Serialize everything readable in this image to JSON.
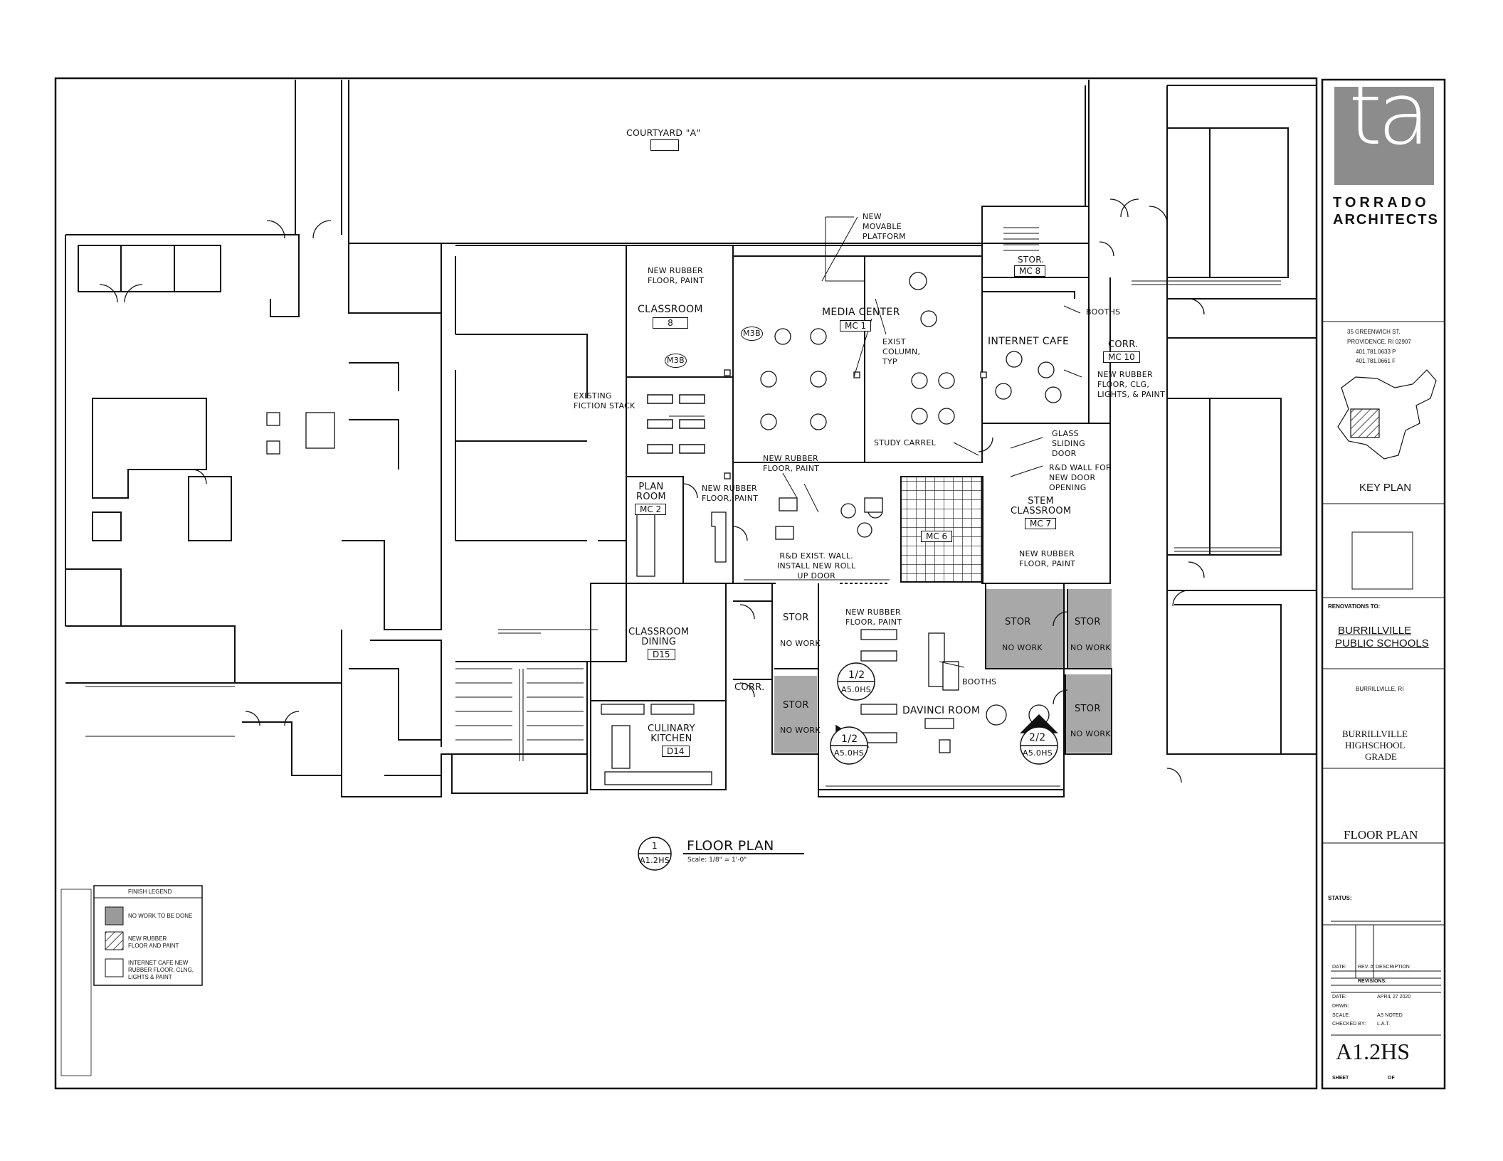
{
  "title_block": {
    "logo_text": "ta",
    "firm_line1": "TORRADO",
    "firm_line2": "ARCHITECTS",
    "address": [
      "35 GREENWICH ST.",
      "PROVIDENCE, RI 02907",
      "401.781.0633 P",
      "401.781.0661 F"
    ],
    "key_plan_label": "KEY PLAN",
    "renovations_to": "RENOVATIONS TO:",
    "client_line1": "BURRILLVILLE",
    "client_line2": "PUBLIC SCHOOLS",
    "client_location": "BURRILLVILLE, RI",
    "project_line1": "BURRILLVILLE",
    "project_line2": "HIGHSCHOOL",
    "project_line3": "GRADE",
    "sheet_title": "FLOOR PLAN",
    "status_label": "STATUS:",
    "rev_headers": [
      "DATE:",
      "REV. #",
      "DESCRIPTION"
    ],
    "revisions_label": "REVISIONS:",
    "info": [
      {
        "label": "DATE:",
        "value": "APRIL 27 2020"
      },
      {
        "label": "DRWN:",
        "value": ""
      },
      {
        "label": "SCALE:",
        "value": "AS NOTED"
      },
      {
        "label": "CHECKED BY:",
        "value": "L.A.T."
      }
    ],
    "sheet_number": "A1.2HS",
    "sheet_label": "SHEET",
    "of_label": "OF"
  },
  "legend": {
    "title": "FINISH LEGEND",
    "items": [
      {
        "swatch": "#9a9a9a",
        "label": "NO WORK TO BE DONE"
      },
      {
        "swatch": "hatch",
        "label": "NEW RUBBER FLOOR AND PAINT"
      },
      {
        "swatch": "#ffffff",
        "label": "INTERNET CAFE NEW RUBBER FLOOR, CLNG, LIGHTS & PAINT"
      }
    ]
  },
  "drawing_title": {
    "number": "1",
    "sheet_ref": "A1.2HS",
    "title": "FLOOR PLAN",
    "scale": "Scale: 1/8\" = 1'-0\""
  },
  "labels": {
    "courtyard": "COURTYARD \"A\"",
    "new_platform": "NEW\nMOVABLE\nPLATFORM",
    "classroom8_note": "NEW RUBBER\nFLOOR, PAINT",
    "classroom8": "CLASSROOM",
    "classroom8_tag": "8",
    "media_center": "MEDIA CENTER",
    "media_center_tag": "MC 1",
    "m3b_a": "M3B",
    "m3b_b": "M3B",
    "exist_column": "EXIST\nCOLUMN,\nTYP",
    "stor_mc8": "STOR.",
    "stor_mc8_tag": "MC 8",
    "booths_top": "BOOTHS",
    "internet_cafe": "INTERNET CAFE",
    "corr_mc10": "CORR.",
    "corr_mc10_tag": "MC 10",
    "cafe_note": "NEW RUBBER\nFLOOR, CLG,\nLIGHTS, & PAINT",
    "existing_fiction": "EXISTING\nFICTION STACK",
    "media_note": "NEW RUBBER\nFLOOR, PAINT",
    "study_carrel": "STUDY CARREL",
    "glass_door": "GLASS\nSLIDING\nDOOR",
    "rd_wall": "R&D WALL FOR\nNEW DOOR\nOPENING",
    "plan_room": "PLAN\nROOM",
    "plan_room_tag": "MC 2",
    "plan_room_note": "NEW RUBBER\nFLOOR, PAINT",
    "stem": "STEM\nCLASSROOM",
    "stem_tag": "MC 7",
    "stem_note": "NEW RUBBER\nFLOOR, PAINT",
    "mc6_tag": "MC 6",
    "rd_exist_wall": "R&D EXIST. WALL.\nINSTALL NEW ROLL\nUP DOOR",
    "davinci_note": "NEW RUBBER\nFLOOR, PAINT",
    "classroom_dining": "CLASSROOM\nDINING",
    "dining_tag": "D15",
    "corr_mid": "CORR.",
    "stor1": "STOR",
    "stor1_note": "NO WORK",
    "stor2": "STOR",
    "stor2_note": "NO WORK",
    "stor3": "STOR",
    "stor3_note": "NO WORK",
    "stor4": "STOR",
    "stor4_note": "NO WORK",
    "stor5": "STOR",
    "stor5_note": "NO WORK",
    "booths_mid": "BOOTHS",
    "davinci": "DAVINCI ROOM",
    "culinary": "CULINARY\nKITCHEN",
    "culinary_tag": "D14",
    "sec_a_num": "1/2",
    "sec_a_ref": "A5.0HS",
    "sec_b_num": "1/2",
    "sec_b_ref": "A5.0HS",
    "sec_c_num": "2/2",
    "sec_c_ref": "A5.0HS"
  },
  "colors": {
    "line": "#111111",
    "no_work_fill": "#a8a8a8",
    "logo_bg": "#8c8c8c"
  }
}
